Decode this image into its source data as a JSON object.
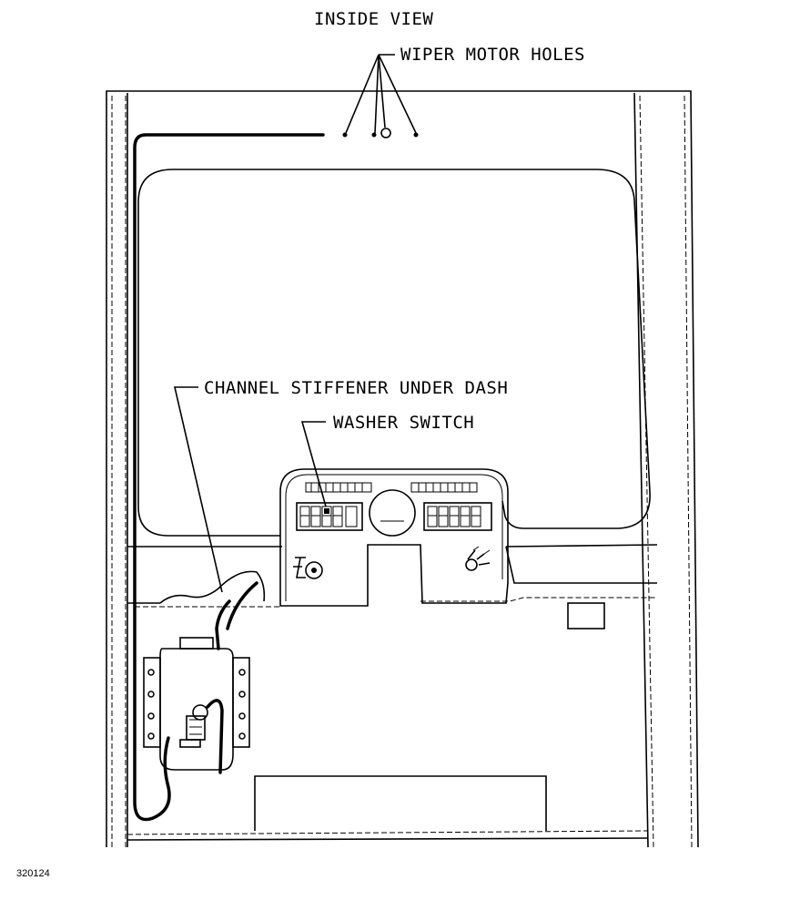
{
  "labels": {
    "title": "INSIDE VIEW",
    "wiper_motor_holes": "WIPER MOTOR HOLES",
    "channel_stiffener": "CHANNEL STIFFENER UNDER DASH",
    "washer_switch": "WASHER SWITCH"
  },
  "figure_number": "320124",
  "icons": {
    "wiper_motor_hole": "circle-hole-icon",
    "ignition": "key-switch-icon",
    "light_switch": "headlight-knob-icon"
  }
}
